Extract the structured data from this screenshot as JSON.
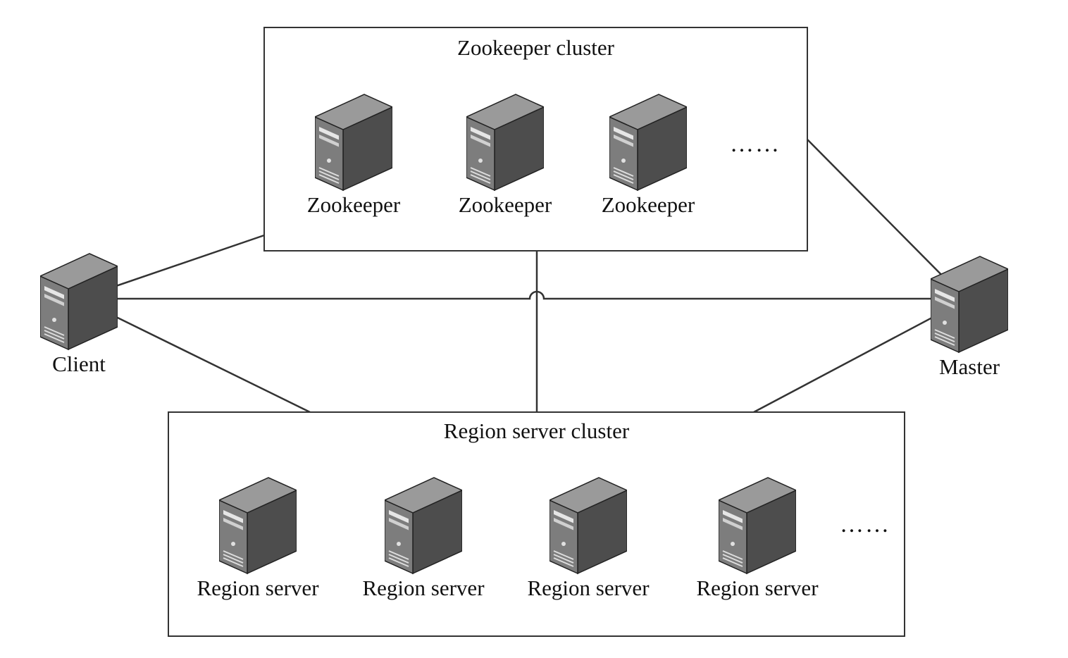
{
  "zookeeper_cluster": {
    "title": "Zookeeper cluster",
    "nodes": [
      "Zookeeper",
      "Zookeeper",
      "Zookeeper"
    ],
    "more": "……"
  },
  "region_cluster": {
    "title": "Region server cluster",
    "nodes": [
      "Region server",
      "Region server",
      "Region server",
      "Region server"
    ],
    "more": "……"
  },
  "client": {
    "label": "Client"
  },
  "master": {
    "label": "Master"
  },
  "icons": {
    "server": "server-tower-icon"
  },
  "colors": {
    "line": "#333333",
    "server_body": "#5a5a5a",
    "server_front": "#8a8a8a"
  }
}
